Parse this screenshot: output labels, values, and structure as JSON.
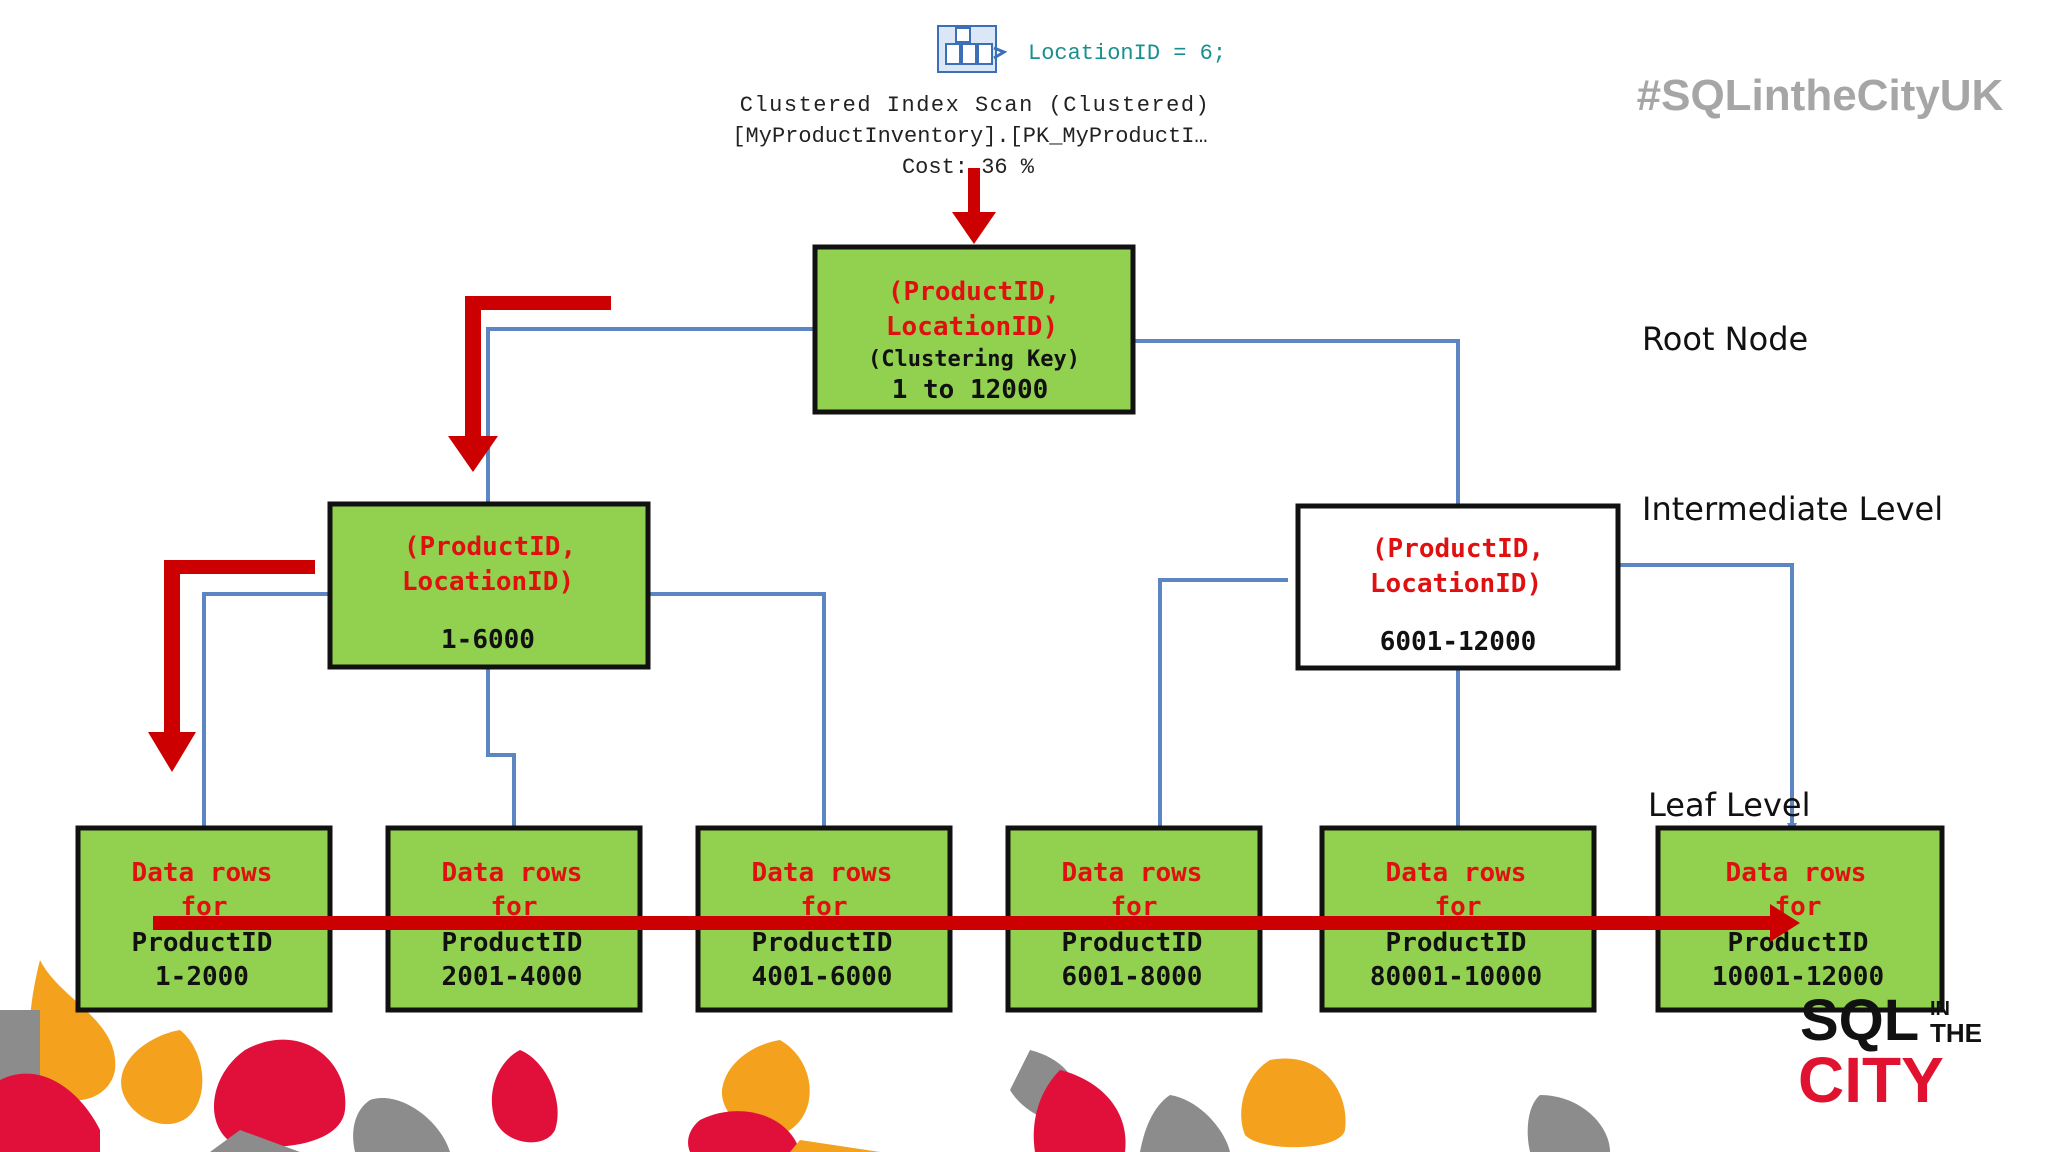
{
  "hashtag": "#SQLintheCityUK",
  "plan": {
    "predicate": "LocationID = 6;",
    "operator": "Clustered Index Scan (Clustered)",
    "object": "[MyProductInventory].[PK_MyProductI…",
    "cost": "Cost: 36 %"
  },
  "levels": {
    "root": "Root Node",
    "intermediate": "Intermediate Level",
    "leaf": "Leaf Level"
  },
  "root_node": {
    "line1": "(ProductID,",
    "line2": "LocationID)",
    "line3": "(Clustering Key)",
    "line4": "1 to 12000"
  },
  "intermediate_nodes": [
    {
      "line1": "(ProductID,",
      "line2": "LocationID)",
      "range": "1-6000"
    },
    {
      "line1": "(ProductID,",
      "line2": "LocationID)",
      "range": "6001-12000"
    }
  ],
  "leaf_nodes": [
    {
      "line1": "Data rows",
      "line2": "for",
      "line3": "ProductID",
      "range": "1-2000"
    },
    {
      "line1": "Data rows",
      "line2": "for",
      "line3": "ProductID",
      "range": "2001-4000"
    },
    {
      "line1": "Data rows",
      "line2": "for",
      "line3": "ProductID",
      "range": "4001-6000"
    },
    {
      "line1": "Data rows",
      "line2": "for",
      "line3": "ProductID",
      "range": "6001-8000"
    },
    {
      "line1": "Data rows",
      "line2": "for",
      "line3": "ProductID",
      "range": "80001-10000"
    },
    {
      "line1": "Data rows",
      "line2": "for",
      "line3": "ProductID",
      "range": "10001-12000"
    }
  ],
  "logo": {
    "line1": "SQL",
    "in": "IN",
    "the": "THE",
    "line2": "CITY"
  },
  "colors": {
    "node_fill": "#92d050",
    "node_fill_white": "#ffffff",
    "node_border": "#111111",
    "red_text": "#e01010",
    "red_arrow": "#cc0000",
    "blue_connector": "#5b86c2",
    "predicate_teal": "#1a8f8f",
    "hashtag_gray": "#a6a6a6",
    "logo_red": "#e0122f",
    "logo_black": "#111111",
    "blob_red": "#e0103a",
    "blob_orange": "#f4a11d",
    "blob_gray": "#8c8c8c"
  }
}
